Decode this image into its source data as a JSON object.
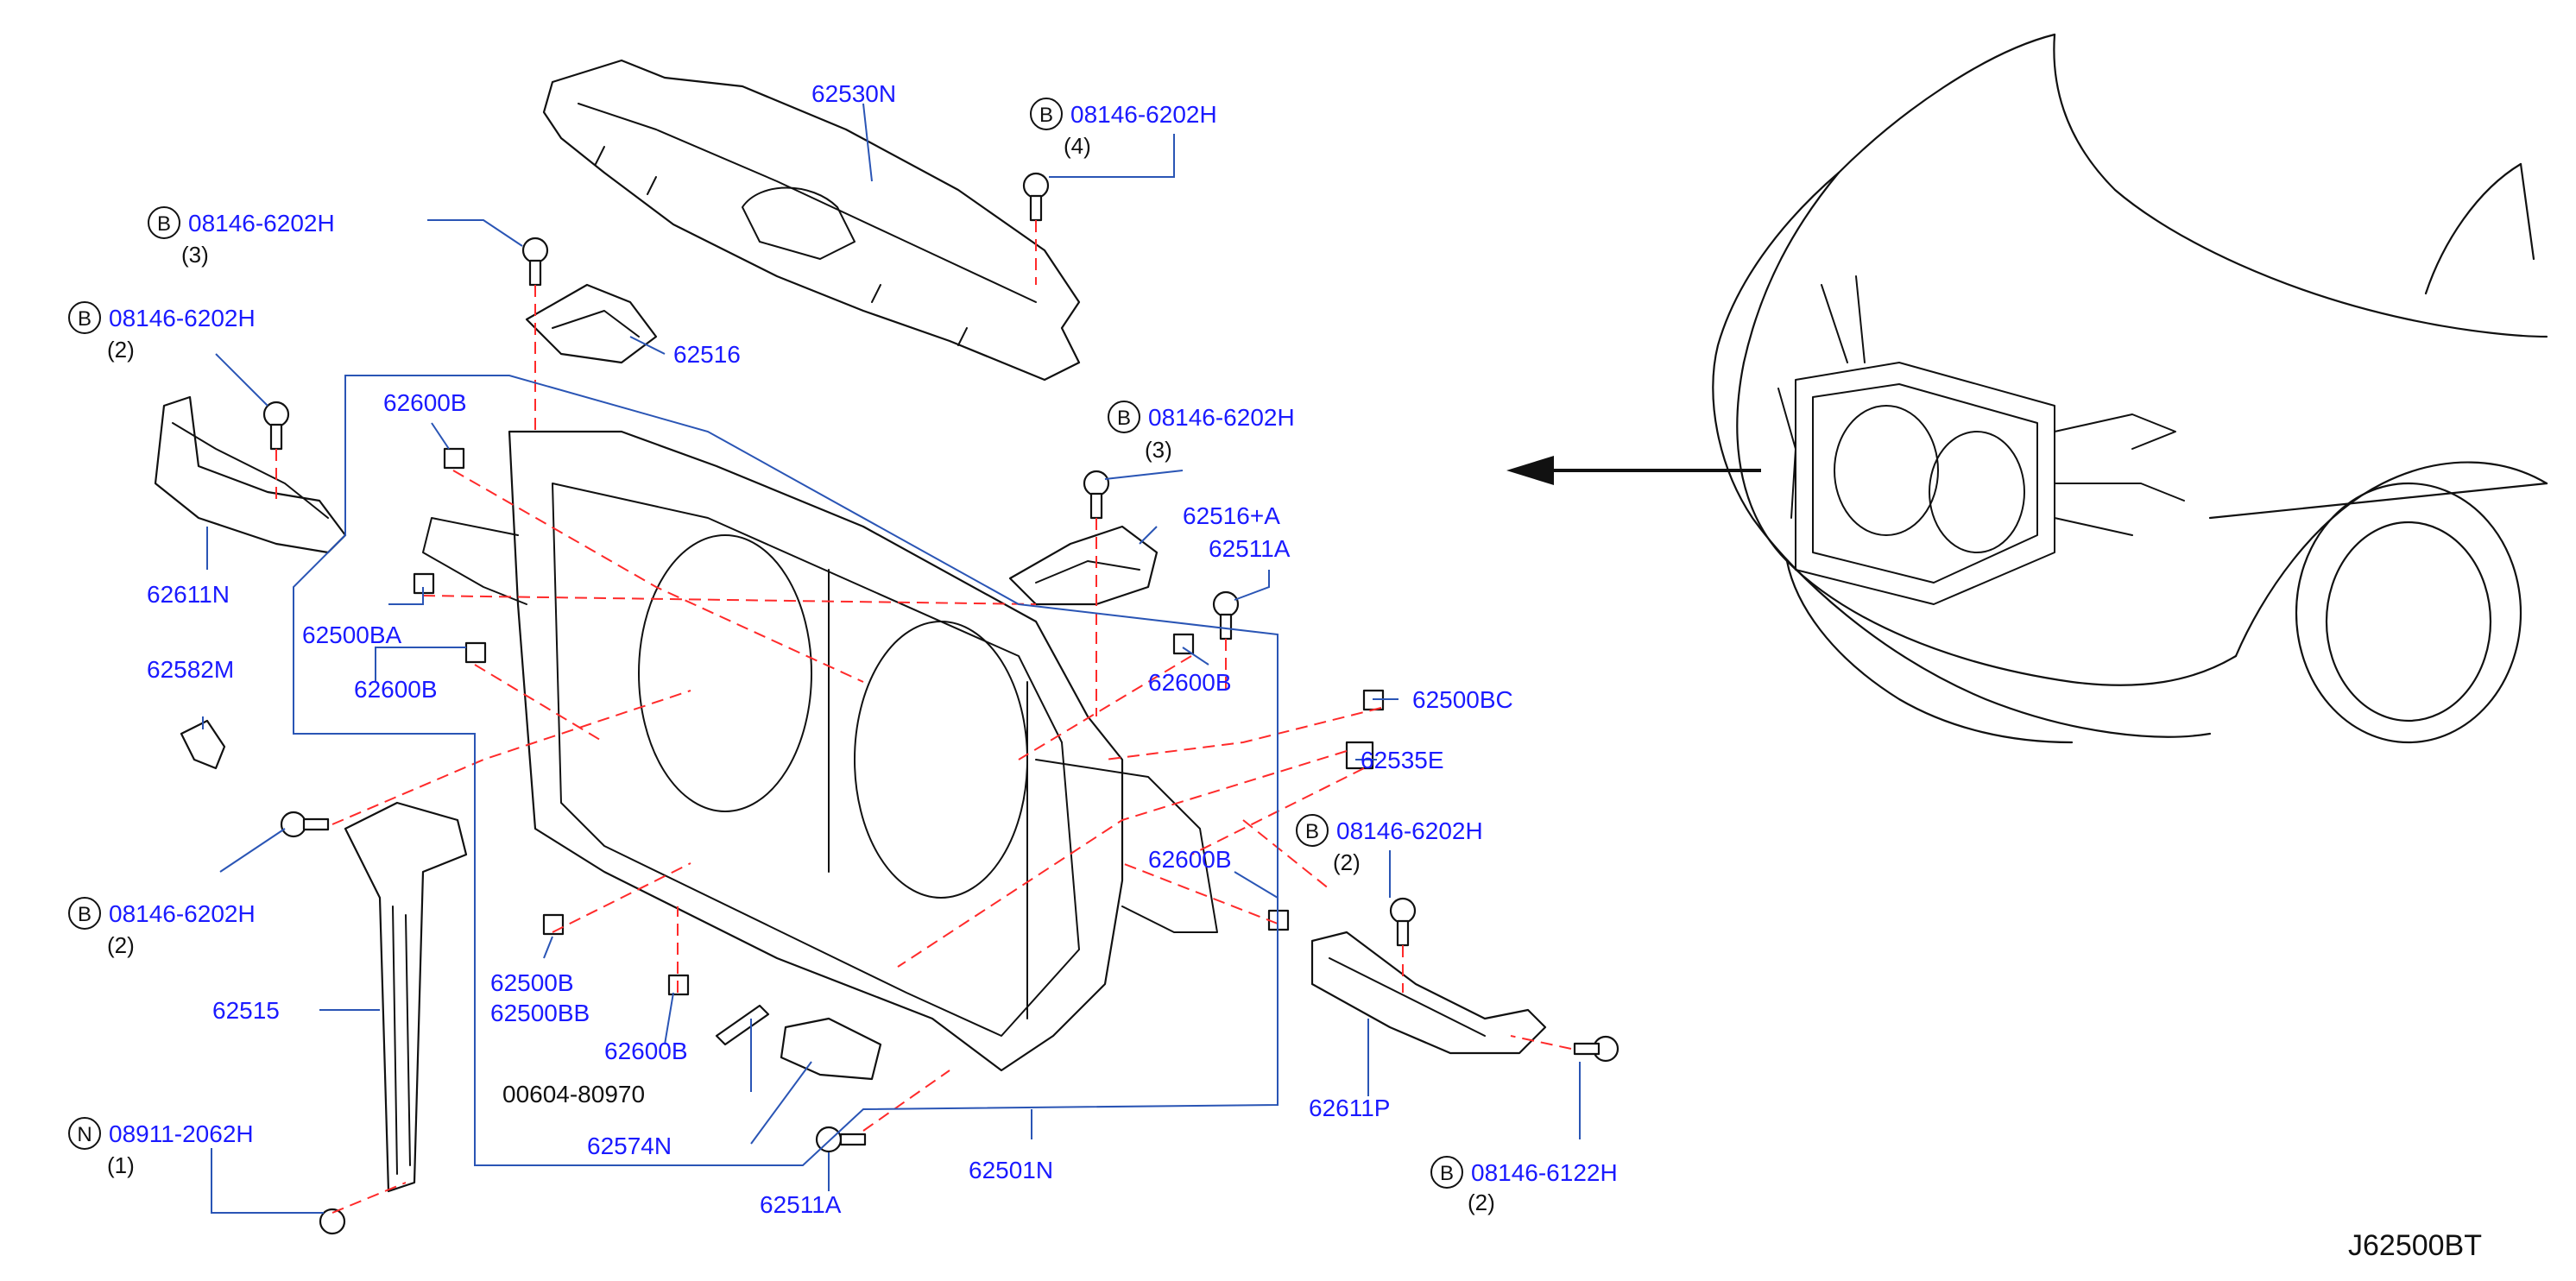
{
  "diagram_code": "J62500BT",
  "callouts": [
    {
      "id": "c1",
      "prefix": "",
      "number": "62530N",
      "qty": ""
    },
    {
      "id": "c2",
      "prefix": "B",
      "number": "08146-6202H",
      "qty": "(4)"
    },
    {
      "id": "c3",
      "prefix": "B",
      "number": "08146-6202H",
      "qty": "(3)"
    },
    {
      "id": "c4",
      "prefix": "B",
      "number": "08146-6202H",
      "qty": "(2)"
    },
    {
      "id": "c5",
      "prefix": "",
      "number": "62516",
      "qty": ""
    },
    {
      "id": "c6",
      "prefix": "",
      "number": "62600B",
      "qty": ""
    },
    {
      "id": "c7",
      "prefix": "B",
      "number": "08146-6202H",
      "qty": "(3)"
    },
    {
      "id": "c8",
      "prefix": "",
      "number": "62516+A",
      "qty": ""
    },
    {
      "id": "c9",
      "prefix": "",
      "number": "62511A",
      "qty": ""
    },
    {
      "id": "c10",
      "prefix": "",
      "number": "62611N",
      "qty": ""
    },
    {
      "id": "c11",
      "prefix": "",
      "number": "62500BA",
      "qty": ""
    },
    {
      "id": "c12",
      "prefix": "",
      "number": "62600B",
      "qty": ""
    },
    {
      "id": "c13",
      "prefix": "",
      "number": "62600B",
      "qty": ""
    },
    {
      "id": "c14",
      "prefix": "",
      "number": "62582M",
      "qty": ""
    },
    {
      "id": "c15",
      "prefix": "",
      "number": "62500BC",
      "qty": ""
    },
    {
      "id": "c16",
      "prefix": "",
      "number": "62535E",
      "qty": ""
    },
    {
      "id": "c17",
      "prefix": "B",
      "number": "08146-6202H",
      "qty": "(2)"
    },
    {
      "id": "c18",
      "prefix": "",
      "number": "62600B",
      "qty": ""
    },
    {
      "id": "c19",
      "prefix": "B",
      "number": "08146-6202H",
      "qty": "(2)"
    },
    {
      "id": "c20",
      "prefix": "",
      "number": "62500B",
      "qty": ""
    },
    {
      "id": "c21",
      "prefix": "",
      "number": "62500BB",
      "qty": ""
    },
    {
      "id": "c22",
      "prefix": "",
      "number": "62515",
      "qty": ""
    },
    {
      "id": "c23",
      "prefix": "",
      "number": "62600B",
      "qty": ""
    },
    {
      "id": "c24",
      "prefix": "",
      "number": "00604-80970",
      "qty": ""
    },
    {
      "id": "c25",
      "prefix": "",
      "number": "62611P",
      "qty": ""
    },
    {
      "id": "c26",
      "prefix": "N",
      "number": "08911-2062H",
      "qty": "(1)"
    },
    {
      "id": "c27",
      "prefix": "",
      "number": "62574N",
      "qty": ""
    },
    {
      "id": "c28",
      "prefix": "",
      "number": "62501N",
      "qty": ""
    },
    {
      "id": "c29",
      "prefix": "B",
      "number": "08146-6122H",
      "qty": "(2)"
    },
    {
      "id": "c30",
      "prefix": "",
      "number": "62511A",
      "qty": ""
    }
  ]
}
